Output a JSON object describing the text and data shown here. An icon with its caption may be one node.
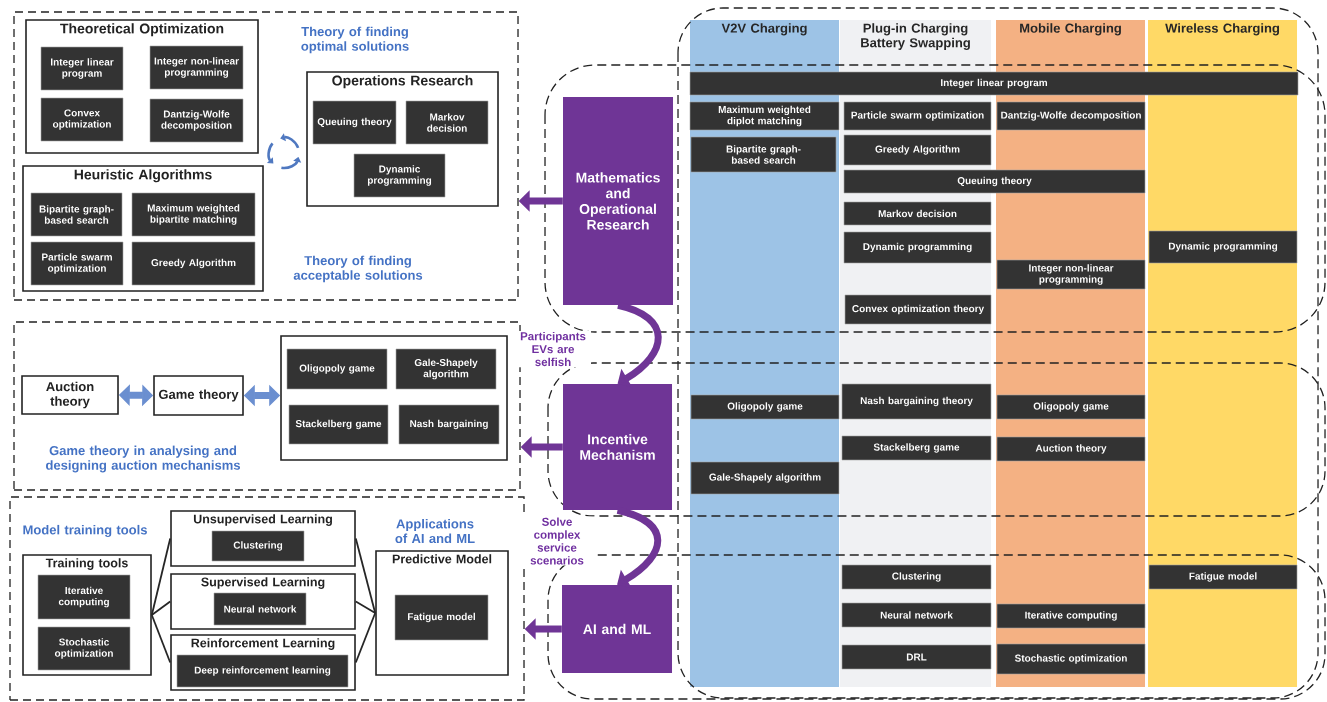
{
  "diagram": {
    "nodes": [
      {
        "text": [
          "Theory of finding optimal solutions",
          "Theory of finding acceptable solutions"
        ]
      },
      {
        "text": [
          "Theoretical Optimization"
        ],
        "in": 0
      },
      {
        "text": [
          "Integer linear program"
        ],
        "in": 1
      },
      {
        "text": [
          "Integer non-linear programming"
        ],
        "in": 1
      },
      {
        "text": [
          "Convex optimization"
        ],
        "in": 1
      },
      {
        "text": [
          "Dantzig-Wolfe decomposition"
        ],
        "in": 1
      },
      {
        "text": [
          "Operations Research"
        ],
        "in": 0
      },
      {
        "text": [
          "Queuing theory"
        ],
        "in": 6
      },
      {
        "text": [
          "Markov decision"
        ],
        "in": 6
      },
      {
        "text": [
          "Dynamic programming"
        ],
        "in": 6
      },
      {
        "text": [
          "Heuristic Algorithms"
        ],
        "in": 0
      },
      {
        "text": [
          "Bipartite graph-based search"
        ],
        "in": 10
      },
      {
        "text": [
          "Maximum weighted bipartite matching"
        ],
        "in": 10
      },
      {
        "text": [
          "Particle swarm optimization"
        ],
        "in": 10
      },
      {
        "text": [
          "Greedy Algorithm"
        ],
        "in": 10
      },
      {
        "text": [
          "Game theory in analysing and designing auction mechanisms"
        ]
      },
      {
        "text": [
          "Auction theory"
        ],
        "in": 15
      },
      {
        "text": [
          "Game theory"
        ],
        "in": 15
      },
      {
        "text": [],
        "shape": "box",
        "in": 15
      },
      {
        "text": [
          "Oligopoly game"
        ],
        "in": 18
      },
      {
        "text": [
          "Gale-Shapely algorithm"
        ],
        "in": 18
      },
      {
        "text": [
          "Stackelberg game"
        ],
        "in": 18
      },
      {
        "text": [
          "Nash bargaining"
        ],
        "in": 18
      },
      {
        "text": [
          "Model training tools",
          "Applications of AI and ML"
        ]
      },
      {
        "text": [
          "Training tools"
        ],
        "in": 23
      },
      {
        "text": [
          "Iterative computing"
        ],
        "in": 24
      },
      {
        "text": [
          "Stochastic optimization"
        ],
        "in": 24
      },
      {
        "text": [
          "Unsupervised Learning"
        ],
        "in": 23
      },
      {
        "text": [
          "Clustering"
        ],
        "in": 27
      },
      {
        "text": [
          "Supervised Learning"
        ],
        "in": 23
      },
      {
        "text": [
          "Neural network"
        ],
        "in": 29
      },
      {
        "text": [
          "Reinforcement Learning"
        ],
        "in": 23
      },
      {
        "text": [
          "Deep reinforcement learning"
        ],
        "in": 31
      },
      {
        "text": [
          "Predictive Model"
        ],
        "in": 23
      },
      {
        "text": [
          "Fatigue model"
        ],
        "in": 33
      },
      {
        "text": [
          "Mathematics and Operational Research"
        ]
      },
      {
        "text": [
          "Incentive Mechanism"
        ]
      },
      {
        "text": [
          "AI and ML"
        ]
      },
      {
        "text": [
          "V2V Charging"
        ]
      },
      {
        "text": [
          "Plug-in Charging Battery Swapping"
        ]
      },
      {
        "text": [
          "Mobile Charging"
        ]
      },
      {
        "text": [
          "Wireless Charging"
        ]
      },
      {
        "text": [
          "Integer linear program"
        ]
      },
      {
        "text": [
          "Maximum weighted diplot matching"
        ],
        "in": 38
      },
      {
        "text": [
          "Particle swarm optimization"
        ],
        "in": 39
      },
      {
        "text": [
          "Dantzig-Wolfe decomposition"
        ],
        "in": 40
      },
      {
        "text": [
          "Bipartite graph-based search"
        ],
        "in": 38
      },
      {
        "text": [
          "Greedy Algorithm"
        ],
        "in": 39
      },
      {
        "text": [
          "Queuing theory"
        ]
      },
      {
        "text": [
          "Markov decision"
        ],
        "in": 39
      },
      {
        "text": [
          "Dynamic programming"
        ],
        "in": 39
      },
      {
        "text": [
          "Dynamic programming"
        ],
        "in": 41
      },
      {
        "text": [
          "Integer non-linear programming"
        ],
        "in": 40
      },
      {
        "text": [
          "Convex optimization theory"
        ],
        "in": 39
      },
      {
        "text": [
          "Oligopoly game"
        ],
        "in": 38
      },
      {
        "text": [
          "Nash bargaining theory"
        ],
        "in": 39
      },
      {
        "text": [
          "Oligopoly game"
        ],
        "in": 40
      },
      {
        "text": [
          "Stackelberg game"
        ],
        "in": 39
      },
      {
        "text": [
          "Auction theory"
        ],
        "in": 40
      },
      {
        "text": [
          "Gale-Shapely algorithm"
        ],
        "in": 38
      },
      {
        "text": [
          "Clustering"
        ],
        "in": 39
      },
      {
        "text": [
          "Fatigue model"
        ],
        "in": 41
      },
      {
        "text": [
          "Neural network"
        ],
        "in": 39
      },
      {
        "text": [
          "Iterative computing"
        ],
        "in": 40
      },
      {
        "text": [
          "DRL"
        ],
        "in": 39
      },
      {
        "text": [
          "Stochastic optimization"
        ],
        "in": 40
      }
    ],
    "edges": [
      {
        "from": 35,
        "to": 0,
        "arrow": "to",
        "color": "#6f3596"
      },
      {
        "from": 36,
        "to": 15,
        "arrow": "to",
        "color": "#6f3596"
      },
      {
        "from": 37,
        "to": 23,
        "arrow": "to",
        "color": "#6f3596"
      },
      {
        "from": 35,
        "to": 36,
        "arrow": "to",
        "color": "#6f3596",
        "label": "Participants EVs are selfish"
      },
      {
        "from": 36,
        "to": 37,
        "arrow": "to",
        "color": "#6f3596",
        "label": "Solve complex service scenarios"
      },
      {
        "from": 16,
        "to": 17,
        "arrow": "both",
        "color": "#6b8fd0"
      },
      {
        "from": 17,
        "to": 18,
        "arrow": "both",
        "color": "#6b8fd0"
      },
      {
        "from": 24,
        "to": 27,
        "arrow": "none"
      },
      {
        "from": 24,
        "to": 29,
        "arrow": "none"
      },
      {
        "from": 24,
        "to": 31,
        "arrow": "none"
      },
      {
        "from": 27,
        "to": 33,
        "arrow": "none"
      },
      {
        "from": 29,
        "to": 33,
        "arrow": "none"
      },
      {
        "from": 31,
        "to": 33,
        "arrow": "none"
      }
    ]
  }
}
